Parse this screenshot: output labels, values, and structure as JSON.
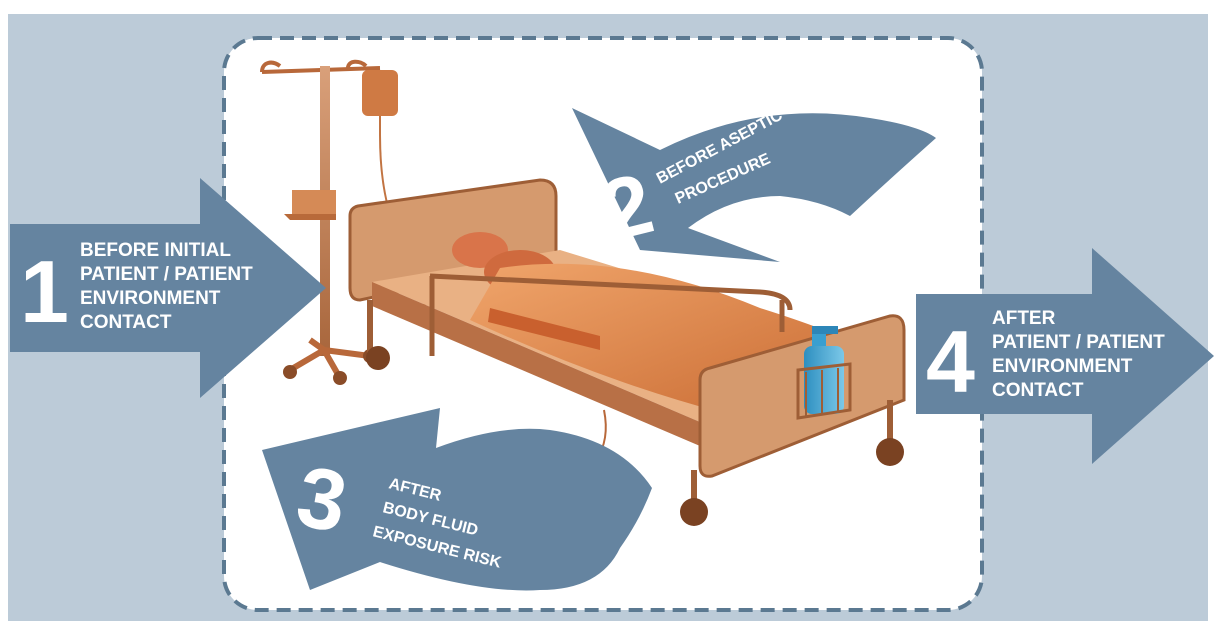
{
  "colors": {
    "background": "#bccbd8",
    "panel": "#ffffff",
    "panel_border": "#5b7991",
    "arrow": "#6584a0",
    "arrow_text": "#ffffff",
    "bed_orange": "#d9864a"
  },
  "moments": [
    {
      "number": "1",
      "lines": [
        "BEFORE INITIAL",
        "PATIENT / PATIENT",
        "ENVIRONMENT",
        "CONTACT"
      ]
    },
    {
      "number": "2",
      "lines": [
        "BEFORE ASEPTIC",
        "PROCEDURE"
      ]
    },
    {
      "number": "3",
      "lines": [
        "AFTER",
        "BODY FLUID",
        "EXPOSURE RISK"
      ]
    },
    {
      "number": "4",
      "lines": [
        "AFTER",
        "PATIENT / PATIENT",
        "ENVIRONMENT",
        "CONTACT"
      ]
    }
  ]
}
